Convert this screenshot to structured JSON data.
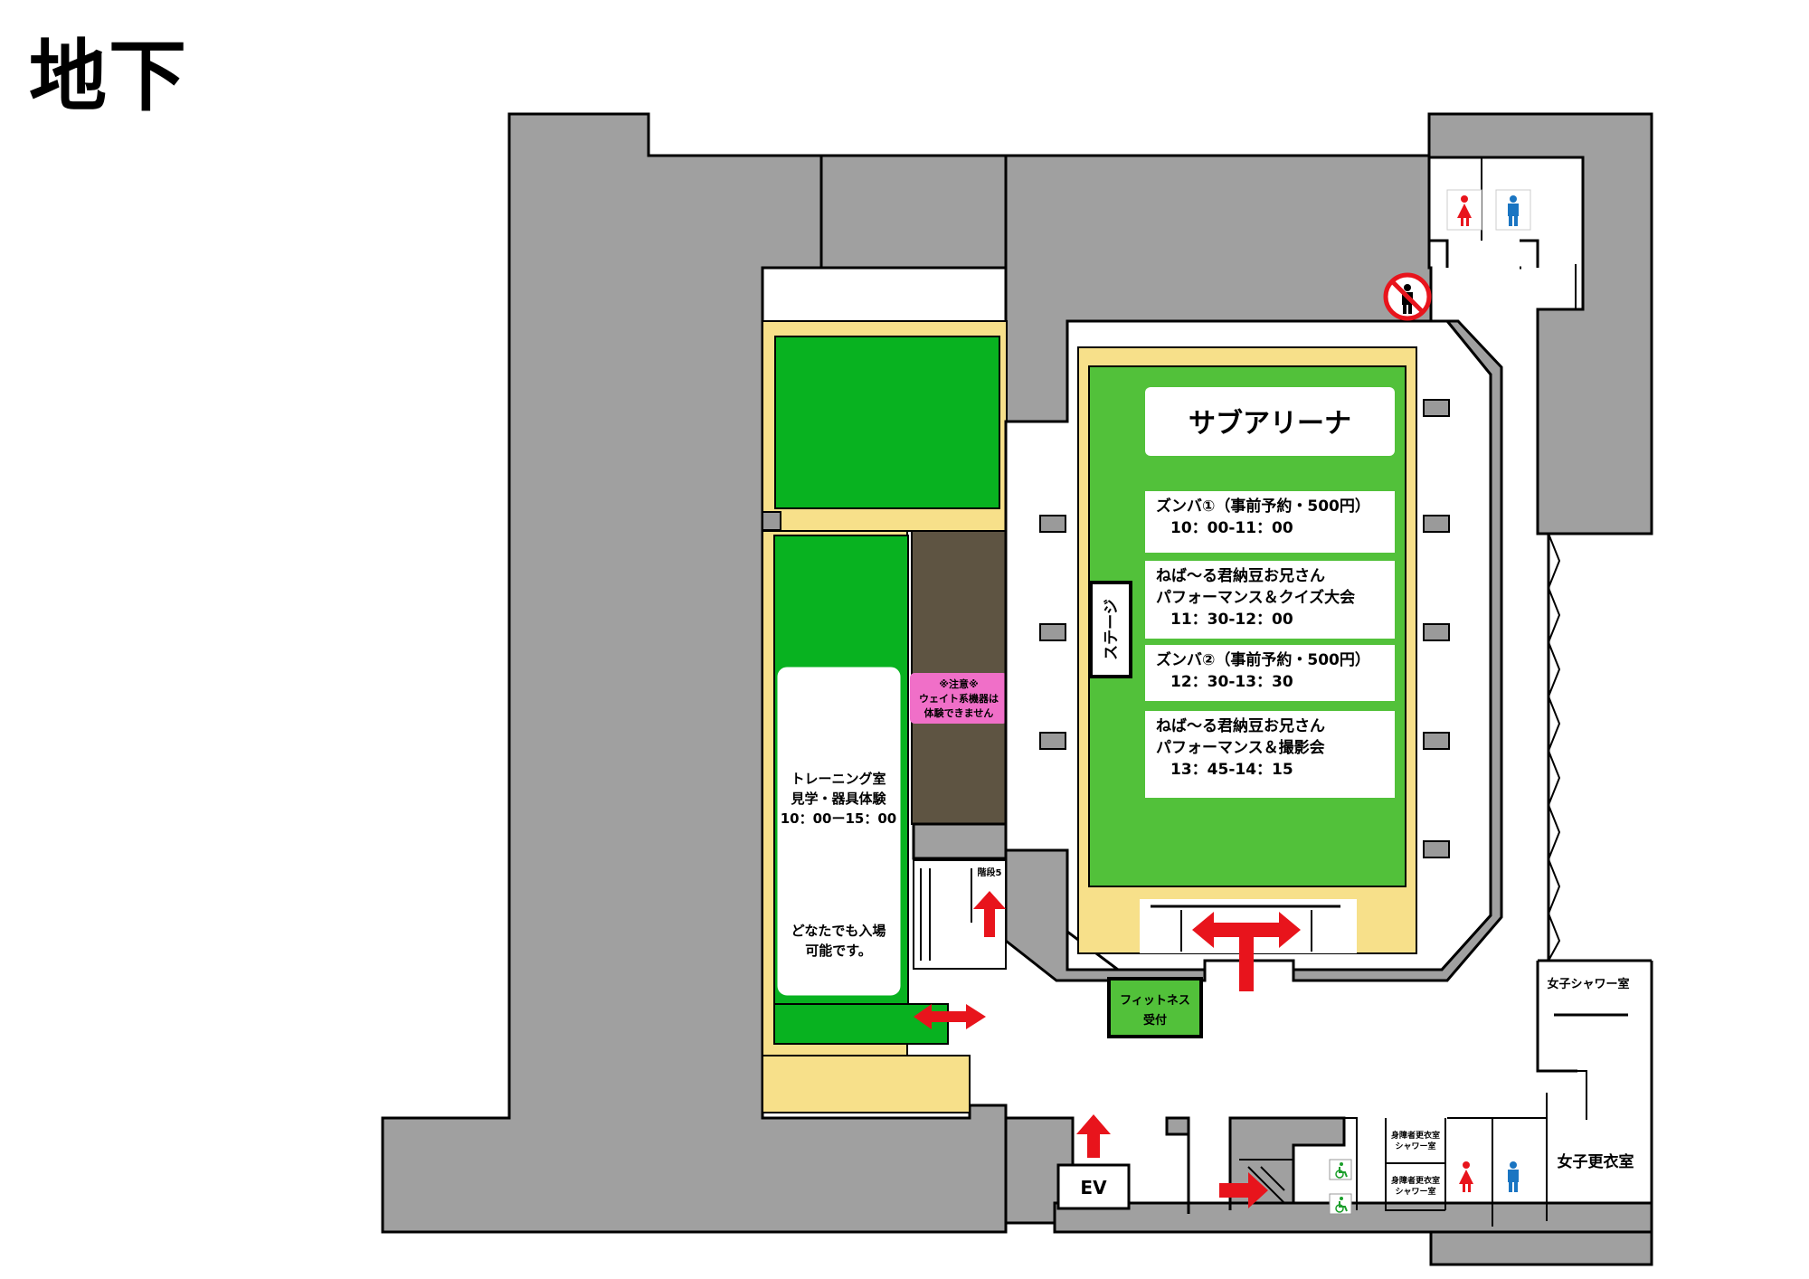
{
  "floor_title": "地下",
  "sub_arena": {
    "title": "サブアリーナ",
    "stage_label": "ステージ",
    "schedule": [
      {
        "lines": [
          "ズンバ①（事前予約・500円）",
          "10：00-11：00"
        ]
      },
      {
        "lines": [
          "ねば～る君納豆お兄さん",
          "パフォーマンス＆クイズ大会",
          "11：30-12：00"
        ]
      },
      {
        "lines": [
          "ズンバ②（事前予約・500円）",
          "12：30-13：30"
        ]
      },
      {
        "lines": [
          "ねば～る君納豆お兄さん",
          "パフォーマンス＆撮影会",
          "13：45-14：15"
        ]
      }
    ]
  },
  "training_room": {
    "lines": [
      "トレーニング室",
      "見学・器具体験",
      "10：00ー15：00"
    ],
    "note_lines": [
      "どなたでも入場",
      "可能です。"
    ]
  },
  "caution": {
    "lines": [
      "※注意※",
      "ウェイト系機器は",
      "体験できません"
    ]
  },
  "stairs_label": "階段5",
  "fitness_reception": {
    "lines": [
      "フィットネス",
      "受付"
    ]
  },
  "ev_label": "EV",
  "womens_shower_label": "女子シャワー室",
  "womens_locker_label": "女子更衣室",
  "accessible_locker": {
    "lines": [
      "身障者更衣室",
      "シャワー室"
    ]
  },
  "colors": {
    "wall_gray": "#a0a0a0",
    "field_green": "#08b220",
    "arena_green": "#52c13a",
    "border_yellow": "#f7e08a",
    "arrow_red": "#e8141c",
    "caution_pink": "#f06fc8",
    "female_red": "#e8141c",
    "male_blue": "#1a75c2"
  },
  "icons": [
    "female-restroom-icon",
    "male-restroom-icon",
    "no-entry-icon",
    "wheelchair-icon",
    "arrow-icon"
  ]
}
